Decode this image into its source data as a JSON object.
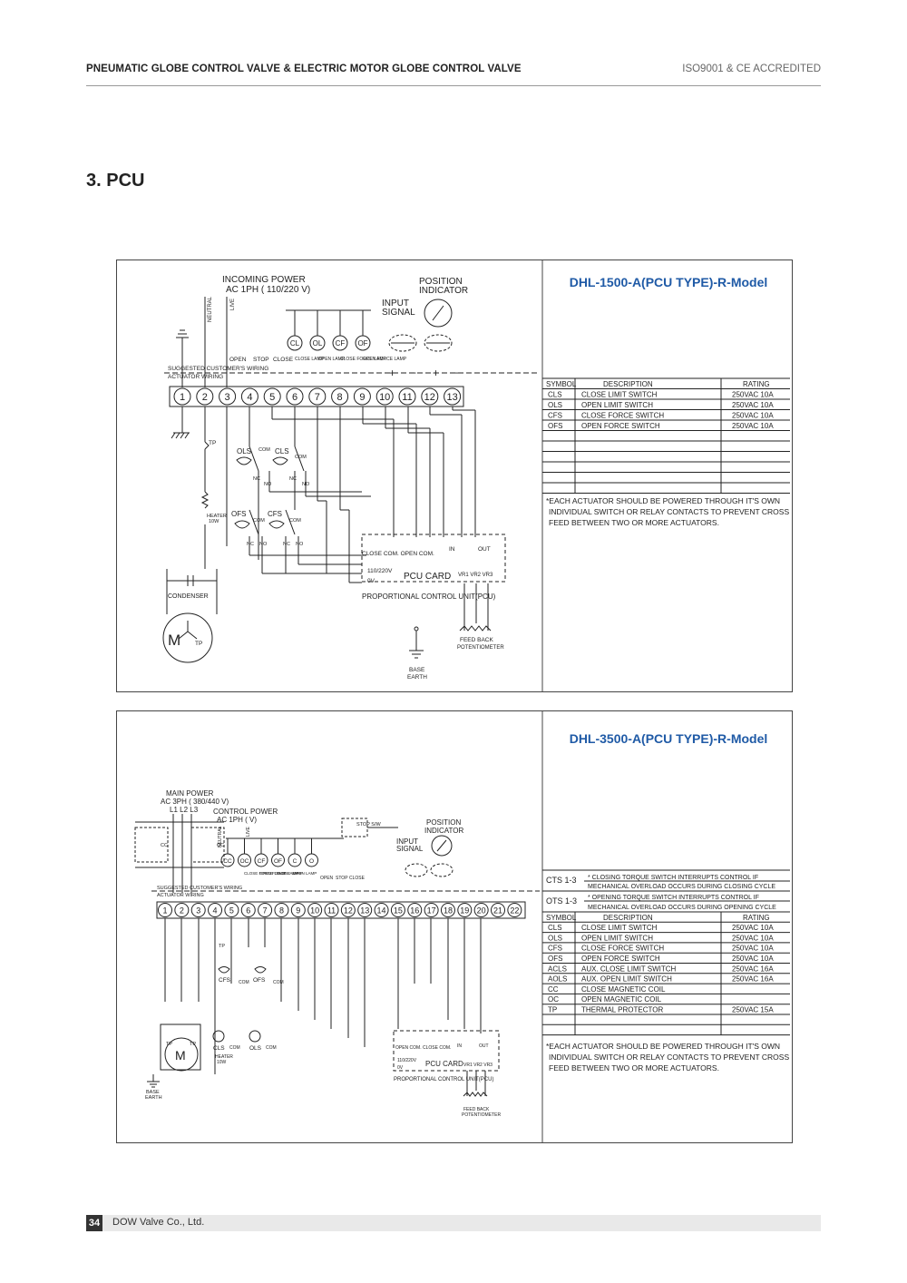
{
  "header": {
    "left_title": "PNEUMATIC GLOBE CONTROL VALVE  & ELECTRIC MOTOR GLOBE CONTROL VALVE",
    "right_note": "ISO9001 & CE ACCREDITED"
  },
  "section_title": "3. PCU",
  "diagram1": {
    "model_title": "DHL-1500-A(PCU TYPE)-R-Model",
    "incoming_power": "INCOMING  POWER",
    "ac_spec": "AC  1PH  (      110/220  V)",
    "neutral": "NEUTRAL",
    "live": "LIVE",
    "position_indicator_1": "POSITION",
    "position_indicator_2": "INDICATOR",
    "input_signal_1": "INPUT",
    "input_signal_2": "SIGNAL",
    "suggested": "SUGGESTED  CUSTOMER'S  WIRING",
    "actuator_wiring": "ACTUATOR  WIRING",
    "lamps": [
      "CL",
      "OL",
      "CF",
      "OF"
    ],
    "top_labels": [
      "OPEN",
      "STOP",
      "CLOSE",
      "CLOSE LAMP",
      "OPEN LAMP",
      "CLOSE FORCE LAMP",
      "OPEN FORCE LAMP"
    ],
    "terminals": [
      "1",
      "2",
      "3",
      "4",
      "5",
      "6",
      "7",
      "8",
      "9",
      "10",
      "11",
      "12",
      "13"
    ],
    "tp": "TP",
    "ols": "OLS",
    "cls": "CLS",
    "ofs": "OFS",
    "cfs": "CFS",
    "com": "COM",
    "nc": "NC",
    "no": "NO",
    "heater_1": "HEATER",
    "heater_2": "10W",
    "condenser": "CONDENSER",
    "motor": "M",
    "card_terms": "CLOSE COM.  OPEN   COM.",
    "in_out": [
      "IN",
      "OUT"
    ],
    "v110": "110/220V",
    "v0": "0V",
    "pcu_card": "PCU  CARD",
    "vr": "VR1 VR2 VR3",
    "prop_control": "PROPORTIONAL  CONTROL  UNIT(PCU)",
    "feed_back_1": "FEED  BACK",
    "feed_back_2": "POTENTIOMETER",
    "base_1": "BASE",
    "base_2": "EARTH",
    "table_headers": [
      "SYMBOL",
      "DESCRIPTION",
      "RATING"
    ],
    "table_rows": [
      [
        "CLS",
        "CLOSE  LIMIT  SWITCH",
        "250VAC  10A"
      ],
      [
        "OLS",
        "OPEN  LIMIT  SWITCH",
        "250VAC  10A"
      ],
      [
        "CFS",
        "CLOSE  FORCE  SWITCH",
        "250VAC  10A"
      ],
      [
        "OFS",
        "OPEN  FORCE  SWITCH",
        "250VAC  10A"
      ]
    ],
    "note_lines": [
      "*EACH  ACTUATOR  SHOULD  BE  POWERED  THROUGH  IT'S  OWN",
      "INDIVIDUAL  SWITCH  OR  RELAY  CONTACTS  TO  PREVENT  CROSS",
      "FEED  BETWEEN  TWO  OR  MORE  ACTUATORS."
    ]
  },
  "diagram2": {
    "model_title": "DHL-3500-A(PCU TYPE)-R-Model",
    "main_power": "MAIN  POWER",
    "main_ac": "AC  3PH  (  380/440   V)",
    "phases": "L1  L2  L3",
    "control_power": "CONTROL  POWER",
    "control_ac": "AC  1PH  (       V)",
    "neutral": "NEUTRAL",
    "live": "LIVE",
    "stop_sw": "STOP S/W",
    "position_indicator_1": "POSITION",
    "position_indicator_2": "INDICATOR",
    "input_signal_1": "INPUT",
    "input_signal_2": "SIGNAL",
    "lamps": [
      "CC",
      "OC",
      "CF",
      "OF",
      "C",
      "O"
    ],
    "top_labels": [
      "CLOSE FORCE LAMP",
      "OPEN FORCE LAMP",
      "CLOSE LAMP",
      "OPEN LAMP",
      "OPEN",
      "STOP",
      "CLOSE"
    ],
    "suggested": "SUGGESTED  CUSTOMER'S  WIRING",
    "actuator_wiring": "ACTUATOR  WIRING",
    "terminals": [
      "1",
      "2",
      "3",
      "4",
      "5",
      "6",
      "7",
      "8",
      "9",
      "10",
      "11",
      "12",
      "13",
      "14",
      "15",
      "16",
      "17",
      "18",
      "19",
      "20",
      "21",
      "22"
    ],
    "cc": "CC",
    "oc": "OC",
    "tp": "TP",
    "cfs": "CFS",
    "ofs": "OFS",
    "cls": "CLS",
    "ols": "OLS",
    "com": "COM",
    "heater_1": "HEATER",
    "heater_2": "10W",
    "motor": "M",
    "card_terms": "OPEN COM. CLOSE COM.",
    "in_out": [
      "IN",
      "OUT"
    ],
    "v110": "110/220V",
    "v0": "0V",
    "pcu_card": "PCU  CARD",
    "vr": "VR1 VR2 VR3",
    "prop_control": "PROPORTIONAL  CONTROL  UNIT(PCU)",
    "feed_back_1": "FEED  BACK",
    "feed_back_2": "POTENTIOMETER",
    "base_1": "BASE",
    "base_2": "EARTH",
    "cts_label": "CTS  1-3",
    "cts_line1": "*  CLOSING  TORQUE  SWITCH  INTERRUPTS  CONTROL  IF",
    "cts_line2": "MECHANICAL  OVERLOAD  OCCURS  DURING  CLOSING  CYCLE",
    "ots_label": "OTS  1-3",
    "ots_line1": "*  OPENING  TORQUE  SWITCH  INTERRUPTS  CONTROL  IF",
    "ots_line2": "MECHANICAL  OVERLOAD  OCCURS  DURING  OPENING  CYCLE",
    "table_headers": [
      "SYMBOL",
      "DESCRIPTION",
      "RATING"
    ],
    "table_rows": [
      [
        "CLS",
        "CLOSE  LIMIT  SWITCH",
        "250VAC  10A"
      ],
      [
        "OLS",
        "OPEN  LIMIT  SWITCH",
        "250VAC  10A"
      ],
      [
        "CFS",
        "CLOSE  FORCE  SWITCH",
        "250VAC  10A"
      ],
      [
        "OFS",
        "OPEN  FORCE  SWITCH",
        "250VAC  10A"
      ],
      [
        "ACLS",
        "AUX.  CLOSE  LIMIT  SWITCH",
        "250VAC  16A"
      ],
      [
        "AOLS",
        "AUX.  OPEN  LIMIT  SWITCH",
        "250VAC  16A"
      ],
      [
        "CC",
        "CLOSE  MAGNETIC  COIL",
        ""
      ],
      [
        "OC",
        "OPEN  MAGNETIC  COIL",
        ""
      ],
      [
        "TP",
        "THERMAL  PROTECTOR",
        "250VAC  15A"
      ]
    ],
    "note_lines": [
      "*EACH  ACTUATOR  SHOULD  BE  POWERED  THROUGH  IT'S  OWN",
      "INDIVIDUAL  SWITCH  OR  RELAY  CONTACTS  TO  PREVENT  CROSS",
      "FEED  BETWEEN  TWO  OR  MORE  ACTUATORS."
    ]
  },
  "footer": {
    "page_number": "34",
    "company": "DOW Valve Co., Ltd."
  }
}
